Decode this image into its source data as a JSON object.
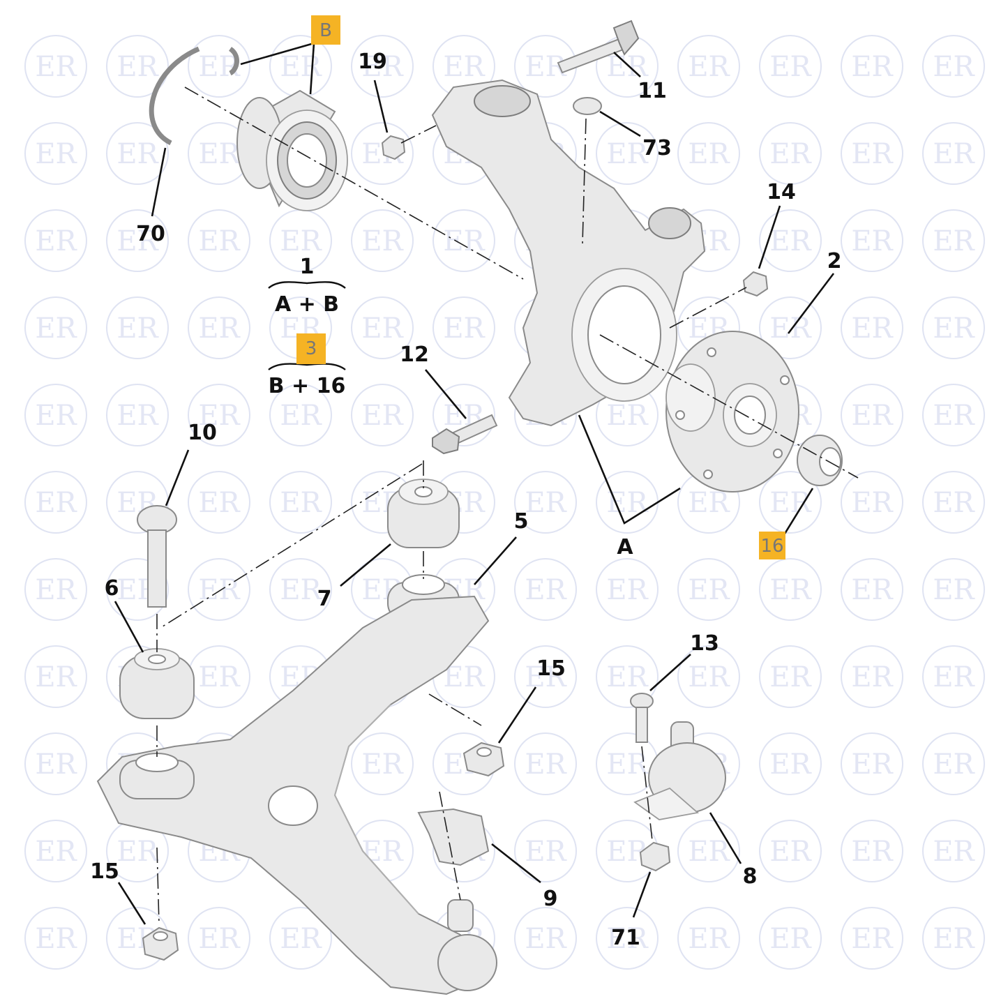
{
  "watermark": {
    "text": "ER",
    "color": "#dfe3f2"
  },
  "highlight_color": "#f5b324",
  "callouts": {
    "p70": "70",
    "p19": "19",
    "p11": "11",
    "p73": "73",
    "p14": "14",
    "p2": "2",
    "p12": "12",
    "p10": "10",
    "p5": "5",
    "p7": "7",
    "p6": "6",
    "pA": "A",
    "p15a": "15",
    "p13": "13",
    "p15b": "15",
    "p9": "9",
    "p8": "8",
    "p71": "71"
  },
  "highlighted": {
    "B": "B",
    "n3": "3",
    "n16": "16"
  },
  "kits": {
    "kit1_number": "1",
    "kit1_formula": "A + B",
    "kit3_formula": "B + 16"
  }
}
